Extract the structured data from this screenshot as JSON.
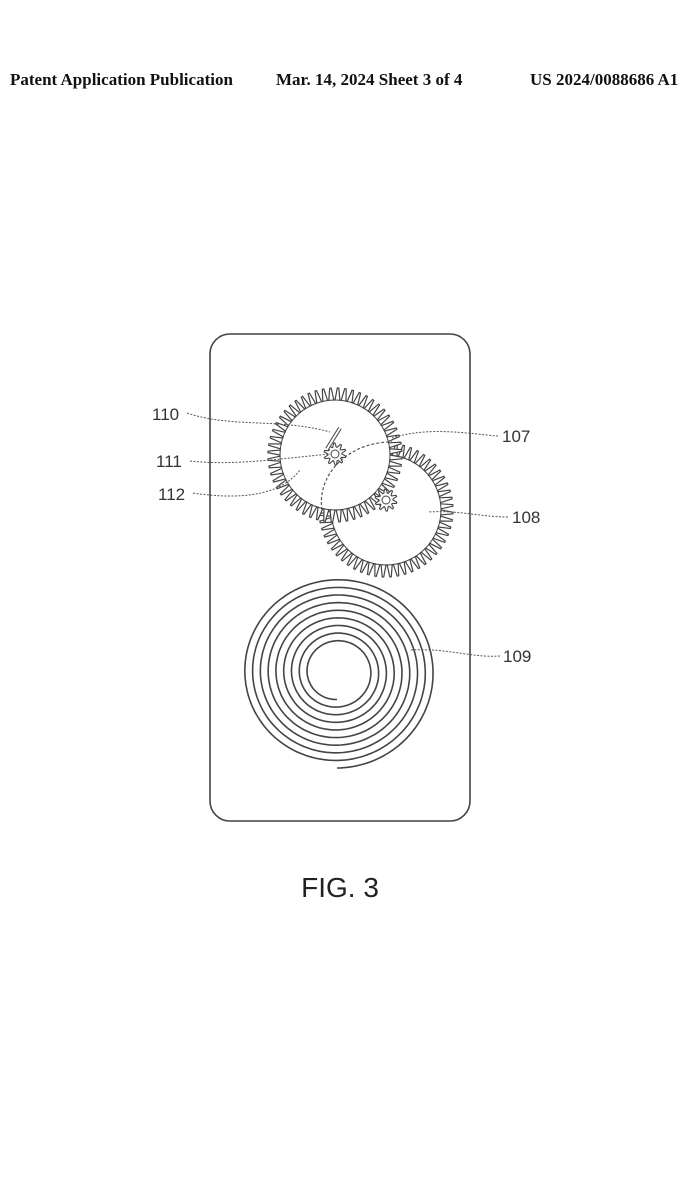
{
  "header": {
    "publication": "Patent Application Publication",
    "date_sheet": "Mar. 14, 2024  Sheet 3 of 4",
    "number": "US 2024/0088686 A1"
  },
  "figure": {
    "caption": "FIG. 3",
    "labels": {
      "l110": "110",
      "l111": "111",
      "l112": "112",
      "l107": "107",
      "l108": "108",
      "l109": "109"
    }
  }
}
